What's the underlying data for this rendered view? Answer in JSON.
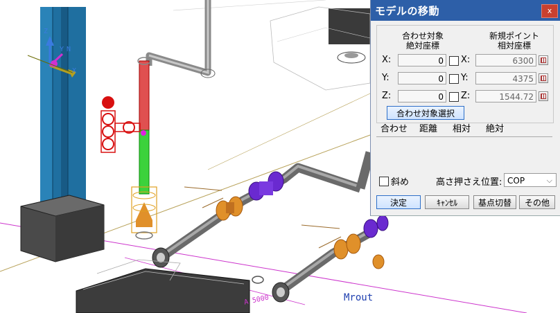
{
  "window": {
    "title": "モデルの移動",
    "close_label": "x"
  },
  "coords": {
    "header_target": [
      "合わせ対象",
      "絶対座標"
    ],
    "header_new": [
      "新規ポイント",
      "相対座標"
    ],
    "rows": [
      {
        "label": "X:",
        "target": "0",
        "new_label": "X:",
        "new_value": "6300"
      },
      {
        "label": "Y:",
        "target": "0",
        "new_label": "Y:",
        "new_value": "4375"
      },
      {
        "label": "Z:",
        "target": "0",
        "new_label": "Z:",
        "new_value": "1544.72"
      }
    ],
    "select_button": "合わせ対象選択"
  },
  "tabs": [
    "合わせ",
    "距離",
    "相対",
    "絶対"
  ],
  "options": {
    "diagonal_label": "斜め",
    "height_label": "高さ押さえ位置:",
    "height_value": "COP"
  },
  "buttons": {
    "ok": "決定",
    "cancel": "ｷｬﾝｾﾙ",
    "switch_base": "基点切替",
    "other": "その他"
  },
  "viewport": {
    "axis_x": "X",
    "axis_y": "Y",
    "axis_z": "Z",
    "axis_n": "N",
    "dim_label": "A 5000",
    "model_label": "Mrout"
  },
  "colors": {
    "title_bar": "#2d5fa8",
    "highlight": "#ff0000",
    "column": "#1f6fa0",
    "pipe_green": "#3cd23c",
    "pipe_red": "#e05050"
  }
}
